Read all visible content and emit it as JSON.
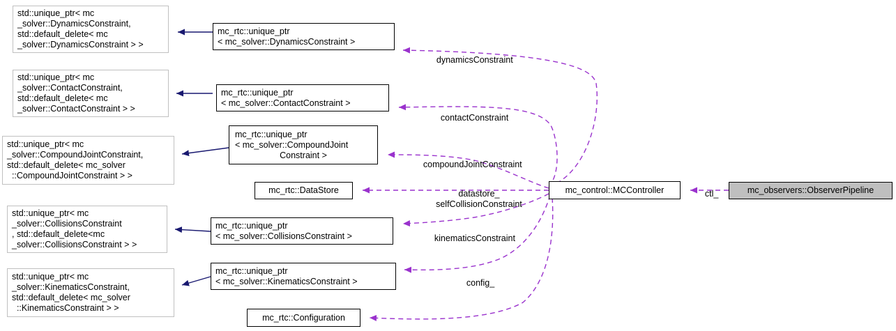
{
  "diagram": {
    "kind": "collaboration-diagram",
    "colors": {
      "inheritance_edge": "#191970",
      "usage_edge": "#9a32cd",
      "node_border": "#000000",
      "template_node_border": "#c0c0c0",
      "current_node_fill": "#bfbfbf",
      "background": "#ffffff",
      "text": "#000000"
    },
    "nodes": [
      {
        "id": "tpl-dynamics",
        "type": "template-instantiation",
        "lines": [
          "std::unique_ptr< mc",
          "_solver::DynamicsConstraint,",
          "std::default_delete< mc",
          "_solver::DynamicsConstraint > >"
        ]
      },
      {
        "id": "tpl-contact",
        "type": "template-instantiation",
        "lines": [
          "std::unique_ptr< mc",
          "_solver::ContactConstraint,",
          "std::default_delete< mc",
          "_solver::ContactConstraint > >"
        ]
      },
      {
        "id": "tpl-compound",
        "type": "template-instantiation",
        "lines": [
          "std::unique_ptr< mc",
          "_solver::CompoundJointConstraint,",
          "std::default_delete< mc_solver",
          "  ::CompoundJointConstraint > >"
        ]
      },
      {
        "id": "tpl-collisions",
        "type": "template-instantiation",
        "lines": [
          "std::unique_ptr< mc",
          "_solver::CollisionsConstraint",
          ", std::default_delete<mc",
          "_solver::CollisionsConstraint > >"
        ]
      },
      {
        "id": "tpl-kinematics",
        "type": "template-instantiation",
        "lines": [
          "std::unique_ptr< mc",
          "_solver::KinematicsConstraint,",
          "std::default_delete< mc_solver",
          "  ::KinematicsConstraint > >"
        ]
      },
      {
        "id": "cls-uptr-dynamics",
        "type": "class",
        "lines": [
          "mc_rtc::unique_ptr",
          "< mc_solver::DynamicsConstraint >"
        ]
      },
      {
        "id": "cls-uptr-contact",
        "type": "class",
        "lines": [
          "mc_rtc::unique_ptr",
          "< mc_solver::ContactConstraint >"
        ]
      },
      {
        "id": "cls-uptr-compound",
        "type": "class",
        "lines": [
          "mc_rtc::unique_ptr",
          "< mc_solver::CompoundJoint",
          "Constraint >"
        ]
      },
      {
        "id": "cls-datastore",
        "type": "class",
        "lines": [
          "mc_rtc::DataStore"
        ]
      },
      {
        "id": "cls-uptr-collisions",
        "type": "class",
        "lines": [
          "mc_rtc::unique_ptr",
          "< mc_solver::CollisionsConstraint >"
        ]
      },
      {
        "id": "cls-uptr-kinematics",
        "type": "class",
        "lines": [
          "mc_rtc::unique_ptr",
          "< mc_solver::KinematicsConstraint >"
        ]
      },
      {
        "id": "cls-configuration",
        "type": "class",
        "lines": [
          "mc_rtc::Configuration"
        ]
      },
      {
        "id": "cls-mccontroller",
        "type": "class",
        "lines": [
          "mc_control::MCController"
        ]
      },
      {
        "id": "cls-observerpipeline",
        "type": "current-class",
        "lines": [
          "mc_observers::ObserverPipeline"
        ]
      }
    ],
    "edge_labels": [
      {
        "id": "lbl-dynamics",
        "lines": [
          "dynamicsConstraint"
        ]
      },
      {
        "id": "lbl-contact",
        "lines": [
          "contactConstraint"
        ]
      },
      {
        "id": "lbl-compound",
        "lines": [
          "compoundJointConstraint"
        ]
      },
      {
        "id": "lbl-datastore",
        "lines": [
          "datastore_",
          "selfCollisionConstraint"
        ]
      },
      {
        "id": "lbl-kinematics",
        "lines": [
          "kinematicsConstraint"
        ]
      },
      {
        "id": "lbl-config",
        "lines": [
          "config_"
        ]
      },
      {
        "id": "lbl-ctl",
        "lines": [
          "ctl_"
        ]
      }
    ]
  }
}
